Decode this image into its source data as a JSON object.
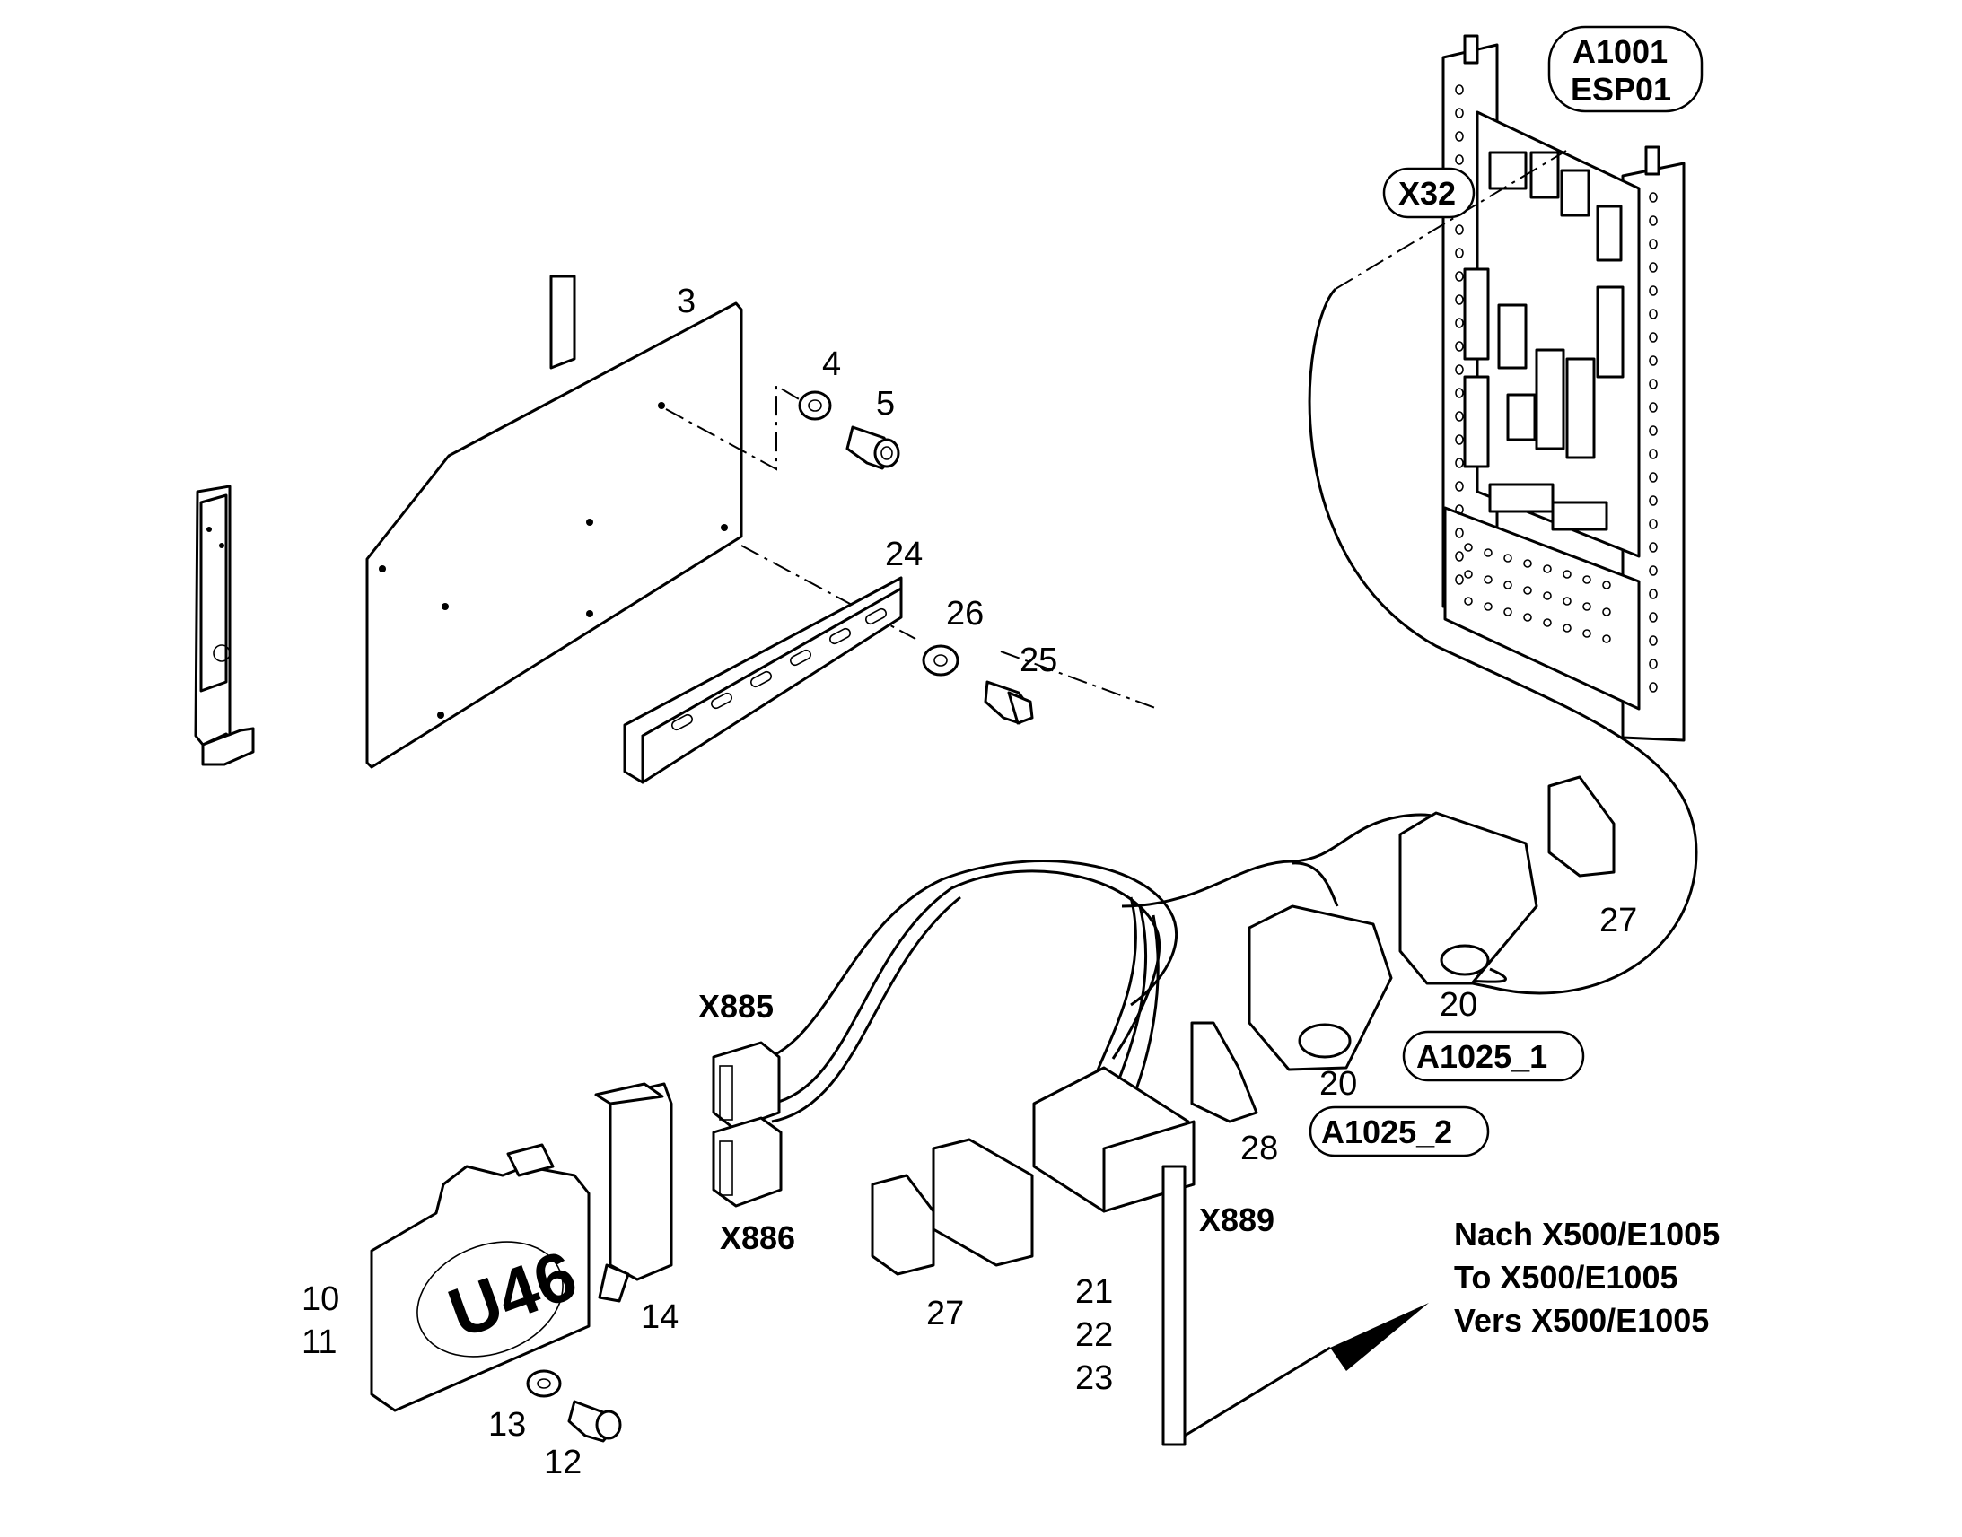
{
  "callouts": {
    "n3": "3",
    "n4": "4",
    "n5": "5",
    "n24": "24",
    "n26": "26",
    "n25": "25",
    "n27a": "27",
    "n27b": "27",
    "n20a": "20",
    "n20b": "20",
    "n28": "28",
    "n21": "21",
    "n22": "22",
    "n23": "23",
    "n14": "14",
    "n10": "10",
    "n11": "11",
    "n13": "13",
    "n12": "12"
  },
  "labels": {
    "a1001": "A1001",
    "esp01": "ESP01",
    "x32": "X32",
    "x885": "X885",
    "x886": "X886",
    "x889": "X889",
    "a1025_1": "A1025_1",
    "a1025_2": "A1025_2",
    "u46": "U46"
  },
  "destination": {
    "line1": "Nach X500/E1005",
    "line2": "To X500/E1005",
    "line3": "Vers X500/E1005"
  }
}
